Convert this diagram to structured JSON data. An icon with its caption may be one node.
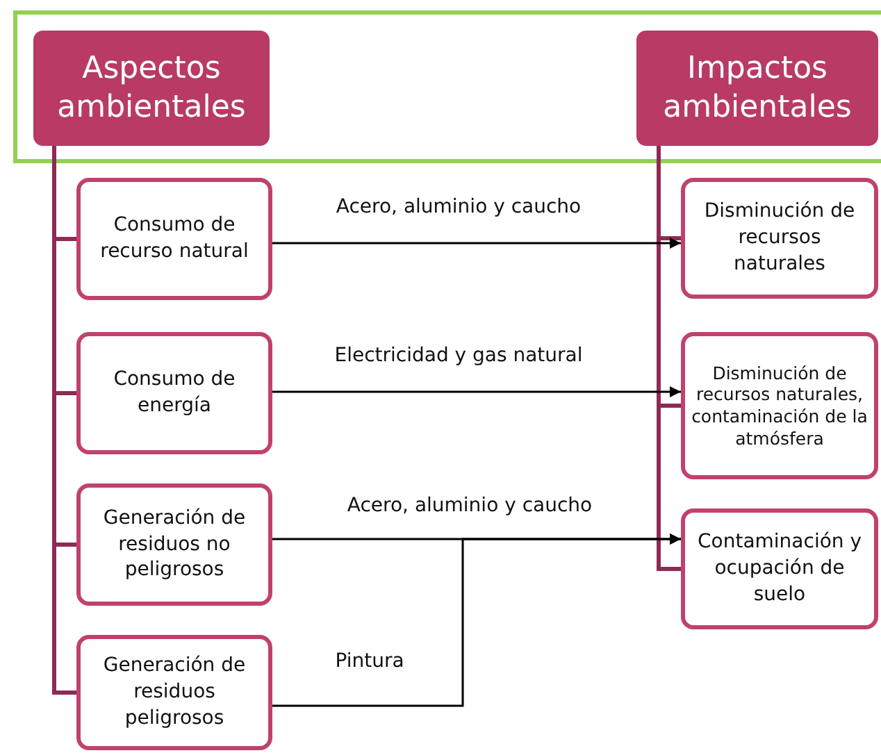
{
  "diagram": {
    "nodes": [
      {
        "text": [
          "Aspectos ambientales"
        ]
      },
      {
        "text": [
          "Consumo de recurso natural"
        ]
      },
      {
        "text": [
          "Consumo de energía"
        ]
      },
      {
        "text": [
          "Generación de residuos no peligrosos"
        ]
      },
      {
        "text": [
          "Generación de residuos peligrosos"
        ]
      },
      {
        "text": [
          "Impactos ambientales"
        ]
      },
      {
        "text": [
          "Disminución de recursos naturales"
        ]
      },
      {
        "text": [
          "Disminución de recursos naturales, contaminación de la atmósfera"
        ]
      },
      {
        "text": [
          "Contaminación y ocupación de suelo"
        ]
      }
    ],
    "edges": [
      {
        "from": 0,
        "to": 1,
        "arrow": "none"
      },
      {
        "from": 0,
        "to": 2,
        "arrow": "none"
      },
      {
        "from": 0,
        "to": 3,
        "arrow": "none"
      },
      {
        "from": 0,
        "to": 4,
        "arrow": "none"
      },
      {
        "from": 5,
        "to": 6,
        "arrow": "none"
      },
      {
        "from": 5,
        "to": 7,
        "arrow": "none"
      },
      {
        "from": 5,
        "to": 8,
        "arrow": "none"
      },
      {
        "from": 1,
        "to": 6,
        "arrow": "to",
        "label": "Acero, aluminio y caucho",
        "color": "#000000"
      },
      {
        "from": 2,
        "to": 7,
        "arrow": "to",
        "label": "Electricidad y gas natural",
        "color": "#000000"
      },
      {
        "from": 3,
        "to": 8,
        "arrow": "to",
        "label": "Acero, aluminio y caucho",
        "color": "#000000"
      },
      {
        "from": 4,
        "to": 8,
        "arrow": "to",
        "label": "Pintura",
        "color": "#000000"
      }
    ]
  }
}
